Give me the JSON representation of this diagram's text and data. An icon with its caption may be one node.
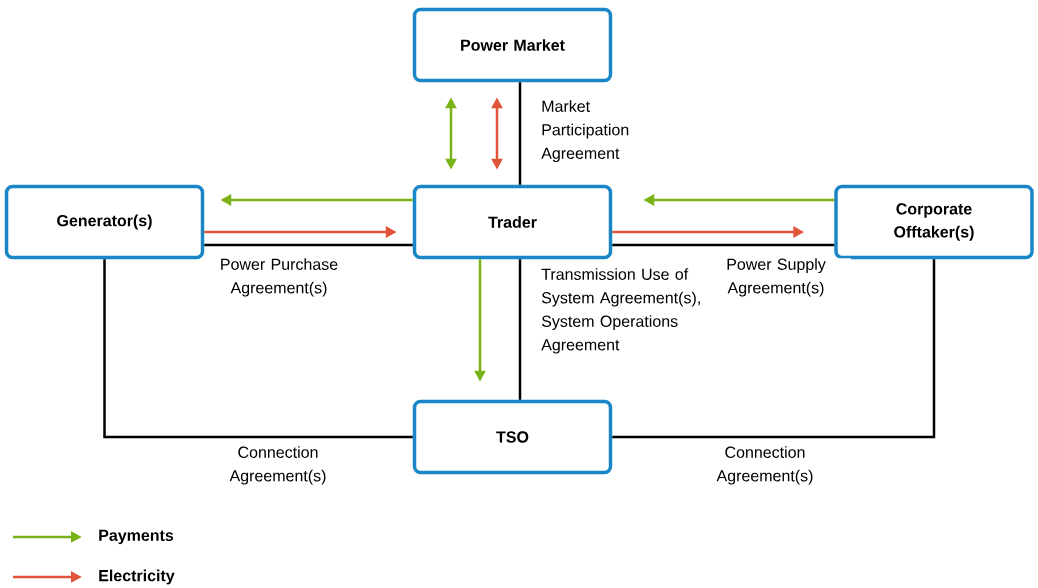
{
  "diagram": {
    "nodes": [
      {
        "text": [
          "Power Market"
        ]
      },
      {
        "text": [
          "Generator(s)"
        ]
      },
      {
        "text": [
          "Trader"
        ]
      },
      {
        "text": [
          "Corporate Offtaker(s)"
        ]
      },
      {
        "text": [
          "TSO"
        ]
      }
    ],
    "edges": [
      {
        "from": 0,
        "to": 2,
        "arrow": "none",
        "label": "Market Participation Agreement",
        "color": "#000000"
      },
      {
        "from": 0,
        "to": 2,
        "arrow": "both",
        "color": "#7ab317"
      },
      {
        "from": 0,
        "to": 2,
        "arrow": "both",
        "color": "#e0553a"
      },
      {
        "from": 2,
        "to": 1,
        "arrow": "to",
        "color": "#7ab317"
      },
      {
        "from": 1,
        "to": 2,
        "arrow": "to",
        "color": "#e0553a"
      },
      {
        "from": 1,
        "to": 2,
        "arrow": "none",
        "label": "Power Purchase Agreement(s)",
        "color": "#000000"
      },
      {
        "from": 3,
        "to": 2,
        "arrow": "to",
        "color": "#7ab317"
      },
      {
        "from": 2,
        "to": 3,
        "arrow": "to",
        "color": "#e0553a"
      },
      {
        "from": 2,
        "to": 3,
        "arrow": "none",
        "label": "Power Supply Agreement(s)",
        "color": "#000000"
      },
      {
        "from": 2,
        "to": 4,
        "arrow": "to",
        "color": "#7ab317"
      },
      {
        "from": 2,
        "to": 4,
        "arrow": "none",
        "label": "Transmission Use of System Agreement(s), System Operations Agreement",
        "color": "#000000"
      },
      {
        "from": 1,
        "to": 4,
        "arrow": "none",
        "label": "Connection Agreement(s)",
        "color": "#000000"
      },
      {
        "from": 3,
        "to": 4,
        "arrow": "none",
        "label": "Connection Agreement(s)",
        "color": "#000000"
      }
    ],
    "legend": [
      {
        "text": "Payments"
      },
      {
        "text": "Electricity"
      }
    ]
  }
}
